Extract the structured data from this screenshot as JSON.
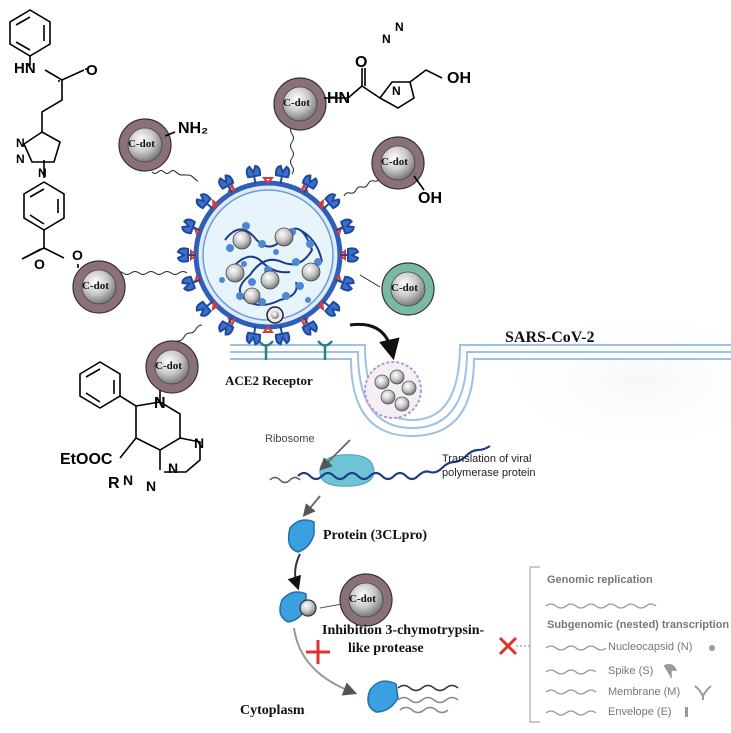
{
  "labels": {
    "sars": "SARS-CoV-2",
    "ace2": "ACE2 Receptor",
    "ribosome": "Ribosome",
    "translation_1": "Translation of viral",
    "translation_2": "polymerase protein",
    "protein": "Protein (3CLpro)",
    "inhibition_1": "Inhibition 3-chymotrypsin-",
    "inhibition_2": "like protease",
    "cytoplasm": "Cytoplasm"
  },
  "cdot": "C-dot",
  "chem": {
    "hn": "HN",
    "o1": "O",
    "nh2": "NH₂",
    "hn2": "HN",
    "o2": "O",
    "oh1": "OH",
    "oh2": "OH",
    "n_a": "N",
    "n_b": "N",
    "n_c": "N",
    "n_d": "N",
    "n_e": "N",
    "n_f": "N",
    "o_ester1": "O",
    "o_ester2": "O",
    "n_pip": "N",
    "etooc": "EtOOC",
    "n1": "N",
    "n2": "N",
    "r": "R",
    "n3": "N",
    "n4": "N"
  },
  "panel": {
    "genomic": "Genomic replication",
    "subgenomic": "Subgenomic (nested) transcription",
    "items": [
      "Nucleocapsid (N)",
      "Spike (S)",
      "Membrane (M)",
      "Envelope (E)"
    ]
  },
  "colors": {
    "virus_blue": "#2f5fb8",
    "spike_blue": "#3a6fd0",
    "cdot_bg": "#8a6f7c",
    "cdot_teal": "#7ab8a8",
    "inhibit_red": "#e03030"
  }
}
